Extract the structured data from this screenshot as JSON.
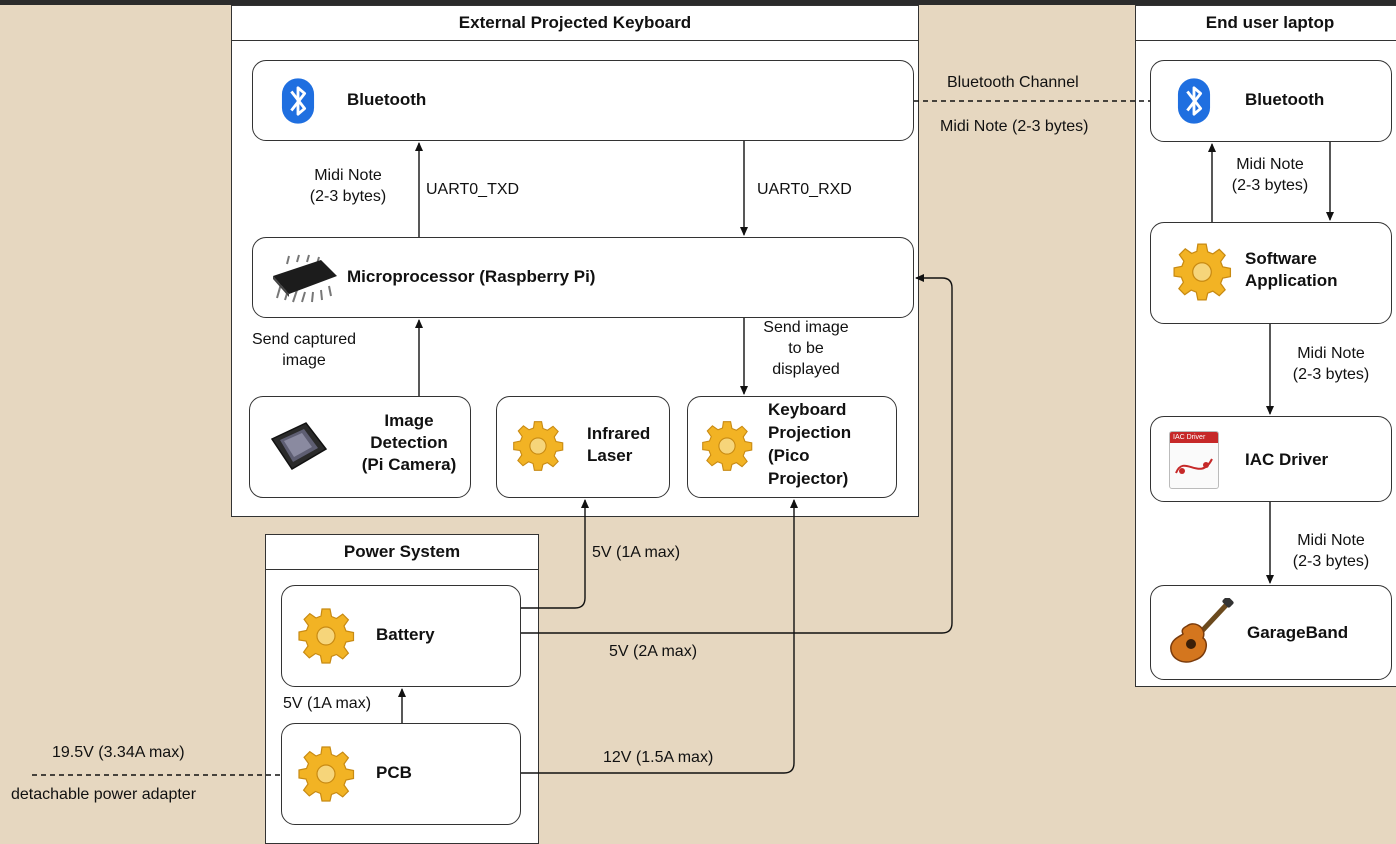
{
  "containers": {
    "keyboard": "External Projected Keyboard",
    "laptop": "End user laptop",
    "power": "Power System"
  },
  "nodes": {
    "bluetooth_kb": "Bluetooth",
    "microprocessor": "Microprocessor (Raspberry Pi)",
    "image_detection": [
      "Image",
      "Detection",
      "(Pi Camera)"
    ],
    "infrared_laser": [
      "Infrared",
      "Laser"
    ],
    "keyboard_projection": [
      "Keyboard",
      "Projection",
      "(Pico",
      "Projector)"
    ],
    "bluetooth_laptop": "Bluetooth",
    "software_app": [
      "Software",
      "Application"
    ],
    "iac_driver": "IAC Driver",
    "iac_icon_text": "IAC Driver",
    "garageband": "GarageBand",
    "battery": "Battery",
    "pcb": "PCB"
  },
  "edges": {
    "bt_channel": "Bluetooth Channel",
    "bt_midi": "Midi Note (2-3 bytes)",
    "uart_txd": "UART0_TXD",
    "uart_rxd": "UART0_RXD",
    "kb_midi": [
      "Midi Note",
      "(2-3 bytes)"
    ],
    "send_captured": [
      "Send captured",
      "image"
    ],
    "send_display": [
      "Send image",
      "to be",
      "displayed"
    ],
    "laptop_midi_1": [
      "Midi Note",
      "(2-3 bytes)"
    ],
    "laptop_midi_2": [
      "Midi Note",
      "(2-3 bytes)"
    ],
    "laptop_midi_3": [
      "Midi Note",
      "(2-3 bytes)"
    ],
    "laser_power": "5V (1A max)",
    "pi_power": "5V (2A max)",
    "battery_charge": "5V (1A max)",
    "projector_power": "12V (1.5A max)",
    "adapter_power": "19.5V (3.34A max)",
    "adapter_name": "detachable power adapter"
  },
  "colors": {
    "background": "#e6d7c0",
    "bluetooth": "#1f6fe0",
    "gear": "#f2b324"
  },
  "icons": {
    "bluetooth": "bluetooth-icon",
    "gear": "gear-icon",
    "chip": "microchip-icon",
    "camera": "camera-sensor-icon",
    "iac": "iac-driver-icon",
    "guitar": "guitar-icon"
  }
}
